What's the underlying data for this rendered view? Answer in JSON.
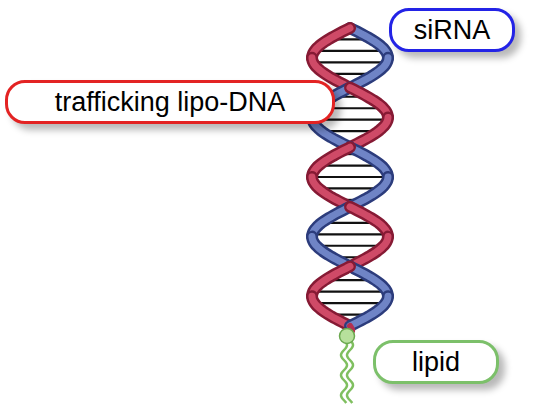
{
  "diagram": {
    "nodes": [
      {
        "text": [
          "siRNA"
        ]
      },
      {
        "text": [
          "trafficking lipo-DNA"
        ]
      },
      {
        "text": [
          "lipid"
        ]
      }
    ]
  }
}
